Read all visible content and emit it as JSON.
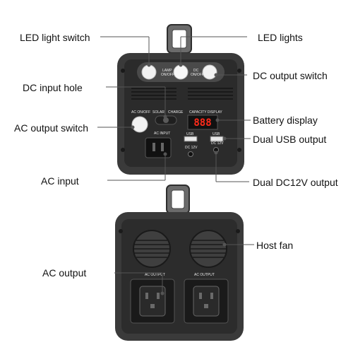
{
  "callouts": {
    "led_light_switch": "LED light switch",
    "led_lights": "LED lights",
    "dc_input_hole": "DC input hole",
    "dc_output_switch": "DC output switch",
    "battery_display": "Battery display",
    "ac_output_switch": "AC output switch",
    "dual_usb_output": "Dual USB output",
    "ac_input": "AC input",
    "dual_dc12v_output": "Dual DC12V output",
    "host_fan": "Host fan",
    "ac_output": "AC output"
  },
  "panel_labels": {
    "lamp": "LAMP",
    "lamp_onoff": "ON/OFF",
    "dc": "DC",
    "dc_onoff": "ON/OFF",
    "ac_onoff": "AC ON/OFF",
    "solar": "SOLAR",
    "charge": "CHARGE",
    "capacity_display": "CAPACITY DISPLAY",
    "display_reading": "888",
    "ac_input": "AC INPUT",
    "usb_1": "USB",
    "usb_2": "USB",
    "dc12v_1": "DC 12V",
    "dc12v_2": "DC 12V",
    "ac_output_1": "AC OUTPUT",
    "ac_output_2": "AC OUTPUT"
  },
  "colors": {
    "body": "#3a3a3a",
    "panel": "#2a2a2a",
    "display_digits": "#ff2a1a",
    "leader_line": "#555555",
    "led_lens": "#f2f2f2"
  }
}
